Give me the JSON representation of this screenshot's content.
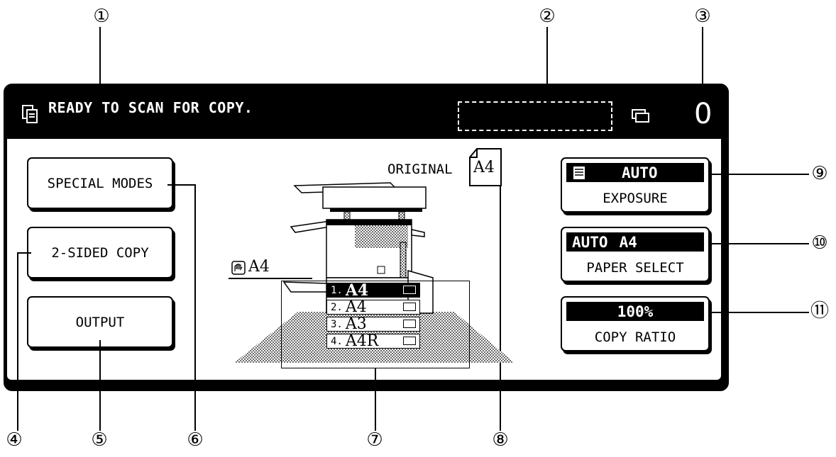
{
  "callouts": [
    "①",
    "②",
    "③",
    "④",
    "⑤",
    "⑥",
    "⑦",
    "⑧",
    "⑨",
    "⑩",
    "⑪"
  ],
  "message_bar": {
    "text": "READY TO SCAN FOR COPY.",
    "copy_count": "0"
  },
  "buttons": {
    "special_modes": "SPECIAL MODES",
    "two_sided_copy": "2-SIDED COPY",
    "output": "OUTPUT"
  },
  "original": {
    "label": "ORIGINAL",
    "size": "A4"
  },
  "bypass_tray": {
    "size": "A4"
  },
  "paper_trays": [
    {
      "number": "1.",
      "size": "A4",
      "selected": true
    },
    {
      "number": "2.",
      "size": "A4",
      "selected": false
    },
    {
      "number": "3.",
      "size": "A3",
      "selected": false
    },
    {
      "number": "4.",
      "size": "A4R",
      "selected": false
    }
  ],
  "exposure": {
    "value": "AUTO",
    "label": "EXPOSURE"
  },
  "paper_select": {
    "mode": "AUTO",
    "size": "A4",
    "label": "PAPER SELECT"
  },
  "copy_ratio": {
    "value": "100%",
    "label": "COPY RATIO"
  }
}
